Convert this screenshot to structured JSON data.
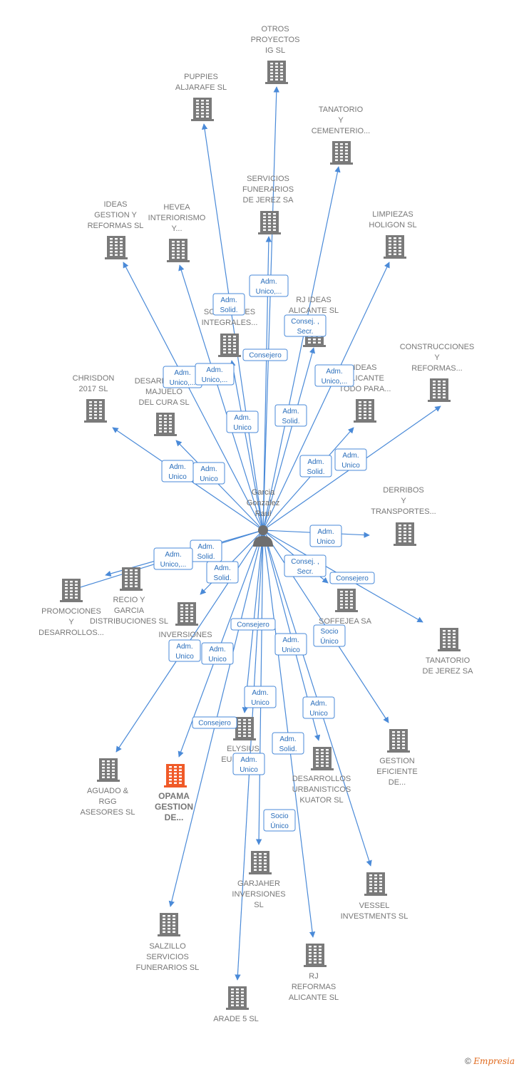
{
  "center": {
    "name": [
      "Garcia",
      "Gonzalez",
      "Raul"
    ]
  },
  "nodes": [
    {
      "id": "otros",
      "lines": [
        "OTROS",
        "PROYECTOS",
        "IG  SL"
      ]
    },
    {
      "id": "puppies",
      "lines": [
        "PUPPIES",
        "ALJARAFE  SL"
      ]
    },
    {
      "id": "tanatorio1",
      "lines": [
        "TANATORIO",
        "Y",
        "CEMENTERIO..."
      ]
    },
    {
      "id": "servicios",
      "lines": [
        "SERVICIOS",
        "FUNERARIOS",
        "DE JEREZ SA"
      ]
    },
    {
      "id": "ideas1",
      "lines": [
        "IDEAS",
        "GESTION Y",
        "REFORMAS  SL"
      ]
    },
    {
      "id": "hevea",
      "lines": [
        "HEVEA",
        "INTERIORISMO",
        "Y..."
      ]
    },
    {
      "id": "limpiezas",
      "lines": [
        "LIMPIEZAS",
        "HOLIGON  SL"
      ]
    },
    {
      "id": "rjideas",
      "lines": [
        "RJ IDEAS",
        "ALICANTE SL"
      ]
    },
    {
      "id": "soluciones",
      "lines": [
        "SOLUCIONES",
        "INTEGRALES..."
      ]
    },
    {
      "id": "construcciones",
      "lines": [
        "CONSTRUCCIONES",
        "Y",
        "REFORMAS..."
      ]
    },
    {
      "id": "ideasalicante",
      "lines": [
        "IDEAS",
        "ALICANTE",
        "TODO PARA..."
      ]
    },
    {
      "id": "chrisdon",
      "lines": [
        "CHRISDON",
        "2017  SL"
      ]
    },
    {
      "id": "desarrollos1",
      "lines": [
        "DESARROLLOS",
        "MAJUELO",
        "DEL CURA  SL"
      ]
    },
    {
      "id": "derribos",
      "lines": [
        "DERRIBOS",
        "Y",
        "TRANSPORTES..."
      ]
    },
    {
      "id": "recio",
      "lines": [
        "RECIO Y",
        "GARCIA",
        "DISTRIBUCIONES SL"
      ]
    },
    {
      "id": "promociones",
      "lines": [
        "PROMOCIONES",
        "Y",
        "DESARROLLOS..."
      ]
    },
    {
      "id": "soffejea",
      "lines": [
        "SOFFEJEA SA"
      ]
    },
    {
      "id": "tanatorio2",
      "lines": [
        "TANATORIO",
        "DE JEREZ SA"
      ]
    },
    {
      "id": "inversiones",
      "lines": [
        "INVERSIONES",
        "LA",
        "DE..."
      ]
    },
    {
      "id": "gestion",
      "lines": [
        "GESTION",
        "EFICIENTE",
        "DE..."
      ]
    },
    {
      "id": "elysius",
      "lines": [
        "ELYSIUS",
        "EUROPA SL"
      ]
    },
    {
      "id": "aguado",
      "lines": [
        "AGUADO &",
        "RGG",
        "ASESORES  SL"
      ]
    },
    {
      "id": "opama",
      "lines": [
        "OPAMA",
        "GESTION",
        "DE..."
      ]
    },
    {
      "id": "desarrollos2",
      "lines": [
        "DESARROLLOS",
        "URBANISTICOS",
        "KUATOR  SL"
      ]
    },
    {
      "id": "garjaher",
      "lines": [
        "GARJAHER",
        "INVERSIONES",
        "SL"
      ]
    },
    {
      "id": "vessel",
      "lines": [
        "VESSEL",
        "INVESTMENTS SL"
      ]
    },
    {
      "id": "salzillo",
      "lines": [
        "SALZILLO",
        "SERVICIOS",
        "FUNERARIOS SL"
      ]
    },
    {
      "id": "rjreformas",
      "lines": [
        "RJ",
        "REFORMAS",
        "ALICANTE SL"
      ]
    },
    {
      "id": "arade",
      "lines": [
        "ARADE 5 SL"
      ]
    }
  ],
  "edge_labels": [
    [
      "Adm.",
      "Solid."
    ],
    [
      "Adm.",
      "Unico,..."
    ],
    [
      "Consej. ,",
      "Secr."
    ],
    [
      "Consejero"
    ],
    [
      "Adm.",
      "Unico,..."
    ],
    [
      "Adm.",
      "Unico,..."
    ],
    [
      "Adm.",
      "Unico,..."
    ],
    [
      "Adm.",
      "Unico"
    ],
    [
      "Adm.",
      "Solid."
    ],
    [
      "Adm.",
      "Unico"
    ],
    [
      "Adm.",
      "Unico"
    ],
    [
      "Adm.",
      "Solid."
    ],
    [
      "Adm.",
      "Unico"
    ],
    [
      "Adm.",
      "Unico"
    ],
    [
      "Adm.",
      "Solid."
    ],
    [
      "Adm.",
      "Unico,..."
    ],
    [
      "Adm.",
      "Solid."
    ],
    [
      "Consej. ,",
      "Secr."
    ],
    [
      "Consejero"
    ],
    [
      "Consejero"
    ],
    [
      "Adm.",
      "Unico"
    ],
    [
      "Socio",
      "Único"
    ],
    [
      "Adm.",
      "Unico"
    ],
    [
      "Adm.",
      "Unico"
    ],
    [
      "Adm.",
      "Unico"
    ],
    [
      "Adm.",
      "Unico"
    ],
    [
      "Consejero"
    ],
    [
      "Adm.",
      "Solid."
    ],
    [
      "Adm.",
      "Unico"
    ],
    [
      "Socio",
      "Único"
    ]
  ],
  "footer": {
    "copyright": "©",
    "brand": "Empresia"
  },
  "colors": {
    "edge": "#4a8ad8",
    "building": "#7a7a7a",
    "focus_building": "#f05a28"
  }
}
